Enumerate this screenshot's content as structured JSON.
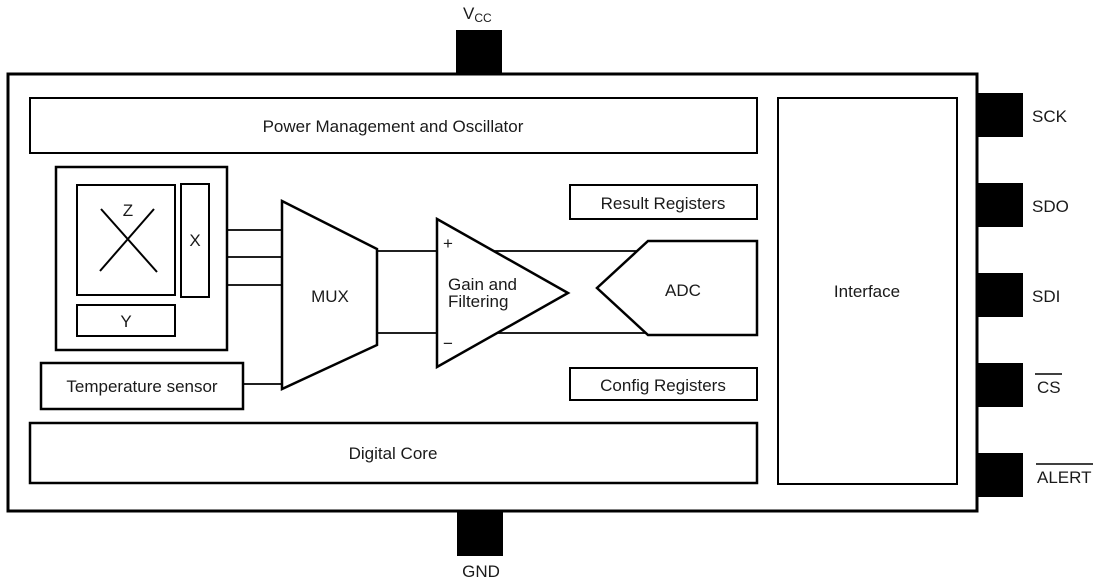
{
  "title": "Sensor IC block diagram",
  "colors": {
    "stroke": "#000000",
    "bg": "#ffffff",
    "pin": "#000000",
    "text": "#1a1a1a"
  },
  "pins": {
    "vcc": {
      "main": "V",
      "sub": "CC"
    },
    "gnd": {
      "label": "GND"
    },
    "right": [
      {
        "label": "SCK"
      },
      {
        "label": "SDO"
      },
      {
        "label": "SDI"
      },
      {
        "label": "CS"
      },
      {
        "label": "ALERT"
      }
    ]
  },
  "blocks": {
    "power": "Power Management and Oscillator",
    "sensor": {
      "z": "Z",
      "x": "X",
      "y": "Y"
    },
    "temperature": "Temperature sensor",
    "mux": "MUX",
    "amplifier": {
      "plus": "+",
      "minus": "−",
      "line1": "Gain and",
      "line2": "Filtering"
    },
    "adc": "ADC",
    "result_registers": "Result Registers",
    "config_registers": "Config Registers",
    "digital_core": "Digital Core",
    "interface": "Interface"
  }
}
